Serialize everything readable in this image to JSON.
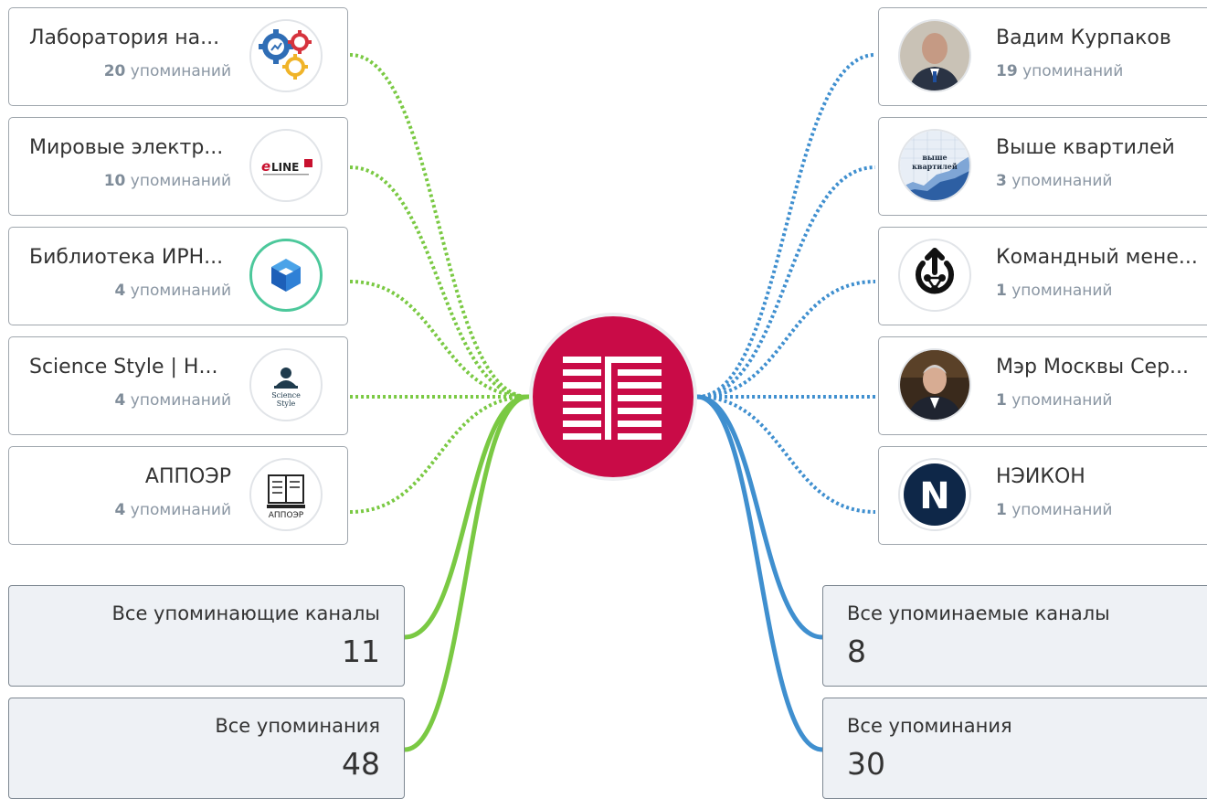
{
  "hub": {
    "logo": "journal-emblem-icon",
    "color": "#c90b47"
  },
  "colors": {
    "incoming": "#7ac943",
    "outgoing": "#3f8fcf"
  },
  "left_channels": [
    {
      "title": "Лаборатория на...",
      "count": "20",
      "suffix": "упоминаний",
      "icon": "gears-chart-icon"
    },
    {
      "title": "Мировые электр...",
      "count": "10",
      "suffix": "упоминаний",
      "icon": "eline-logo-icon"
    },
    {
      "title": "Библиотека ИРН...",
      "count": "4",
      "suffix": "упоминаний",
      "icon": "library-cube-icon"
    },
    {
      "title": "Science Style | Н...",
      "count": "4",
      "suffix": "упоминаний",
      "icon": "science-style-logo-icon",
      "logo_text": [
        "Science",
        "Style"
      ]
    },
    {
      "title": "АППОЭР",
      "count": "4",
      "suffix": "упоминаний",
      "icon": "book-logo-icon",
      "logo_text": "АППОЭР"
    }
  ],
  "right_channels": [
    {
      "title": "Вадим Курпаков",
      "count": "19",
      "suffix": "упоминаний",
      "icon": "person-photo-icon"
    },
    {
      "title": "Выше квартилей",
      "count": "3",
      "suffix": "упоминаний",
      "icon": "quartile-chart-icon",
      "logo_text": [
        "выше",
        "квартилей"
      ]
    },
    {
      "title": "Командный мене...",
      "count": "1",
      "suffix": "упоминаний",
      "icon": "team-network-icon"
    },
    {
      "title": "Мэр Москвы Сер...",
      "count": "1",
      "suffix": "упоминаний",
      "icon": "person-photo-icon"
    },
    {
      "title": "НЭИКОН",
      "count": "1",
      "suffix": "упоминаний",
      "icon": "neicon-logo-icon",
      "logo_text": "N"
    }
  ],
  "stats_left": [
    {
      "label": "Все упоминающие каналы",
      "value": "11"
    },
    {
      "label": "Все упоминания",
      "value": "48"
    }
  ],
  "stats_right": [
    {
      "label": "Все упоминаемые каналы",
      "value": "8"
    },
    {
      "label": "Все упоминания",
      "value": "30"
    }
  ]
}
